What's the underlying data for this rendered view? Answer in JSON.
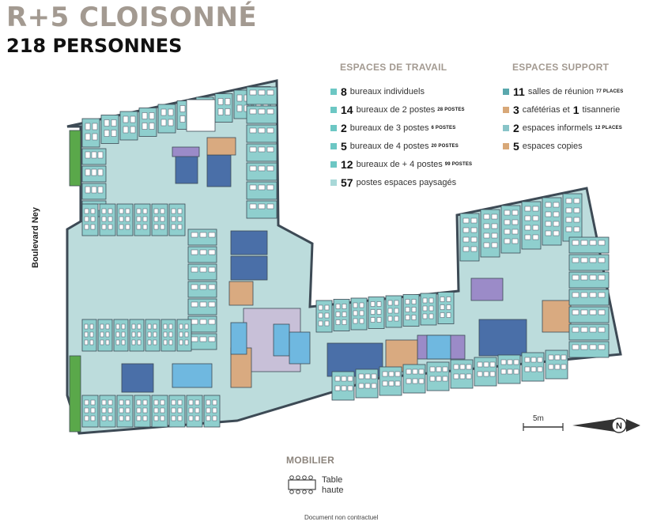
{
  "header": {
    "title": "R+5 CLOISONNÉ",
    "subtitle": "218 PERSONNES"
  },
  "legend_work": {
    "heading": "ESPACES DE TRAVAIL",
    "items": [
      {
        "count": "8",
        "label": "bureaux individuels",
        "extra": "",
        "color": "#6cc7c4"
      },
      {
        "count": "14",
        "label": "bureaux de 2 postes",
        "extra": "28 POSTES",
        "color": "#6cc7c4"
      },
      {
        "count": "2",
        "label": "bureaux de 3 postes",
        "extra": "6 POSTES",
        "color": "#6cc7c4"
      },
      {
        "count": "5",
        "label": "bureaux de 4 postes",
        "extra": "20 POSTES",
        "color": "#6cc7c4"
      },
      {
        "count": "12",
        "label": "bureaux de + 4 postes",
        "extra": "99 POSTES",
        "color": "#6cc7c4"
      },
      {
        "count": "57",
        "label": "postes espaces paysagés",
        "extra": "",
        "color": "#a8d8d8"
      }
    ]
  },
  "legend_support": {
    "heading": "ESPACES SUPPORT",
    "items": [
      {
        "count": "11",
        "label": "salles de réunion",
        "extra": "77 PLACES",
        "color": "#5aa8ad"
      },
      {
        "count": "3",
        "label": "cafétérias et",
        "count2": "1",
        "label2": "tisannerie",
        "extra": "",
        "color": "#d8a878"
      },
      {
        "count": "2",
        "label": "espaces informels",
        "extra": "12 PLACES",
        "color": "#88c4c8"
      },
      {
        "count": "5",
        "label": "espaces copies",
        "extra": "",
        "color": "#d8a878"
      }
    ]
  },
  "plan": {
    "street_label": "Boulevard Ney",
    "scale_label": "5m",
    "compass_letter": "N",
    "colors": {
      "wall": "#3d4a55",
      "office": "#8fcfce",
      "open": "#b3dcdc",
      "corridor": "#bcdcdc",
      "meeting": "#4a6fa8",
      "cafeteria": "#d9aa80",
      "informal": "#9b8bc8",
      "wc": "#6fb8e0",
      "core": "#c8c0d8",
      "garden": "#5aa84a",
      "desk": "#ffffff"
    }
  },
  "mobilier": {
    "heading": "MOBILIER",
    "item_line1": "Table",
    "item_line2": "haute"
  },
  "footer": {
    "disclaimer": "Document non contractuel"
  }
}
